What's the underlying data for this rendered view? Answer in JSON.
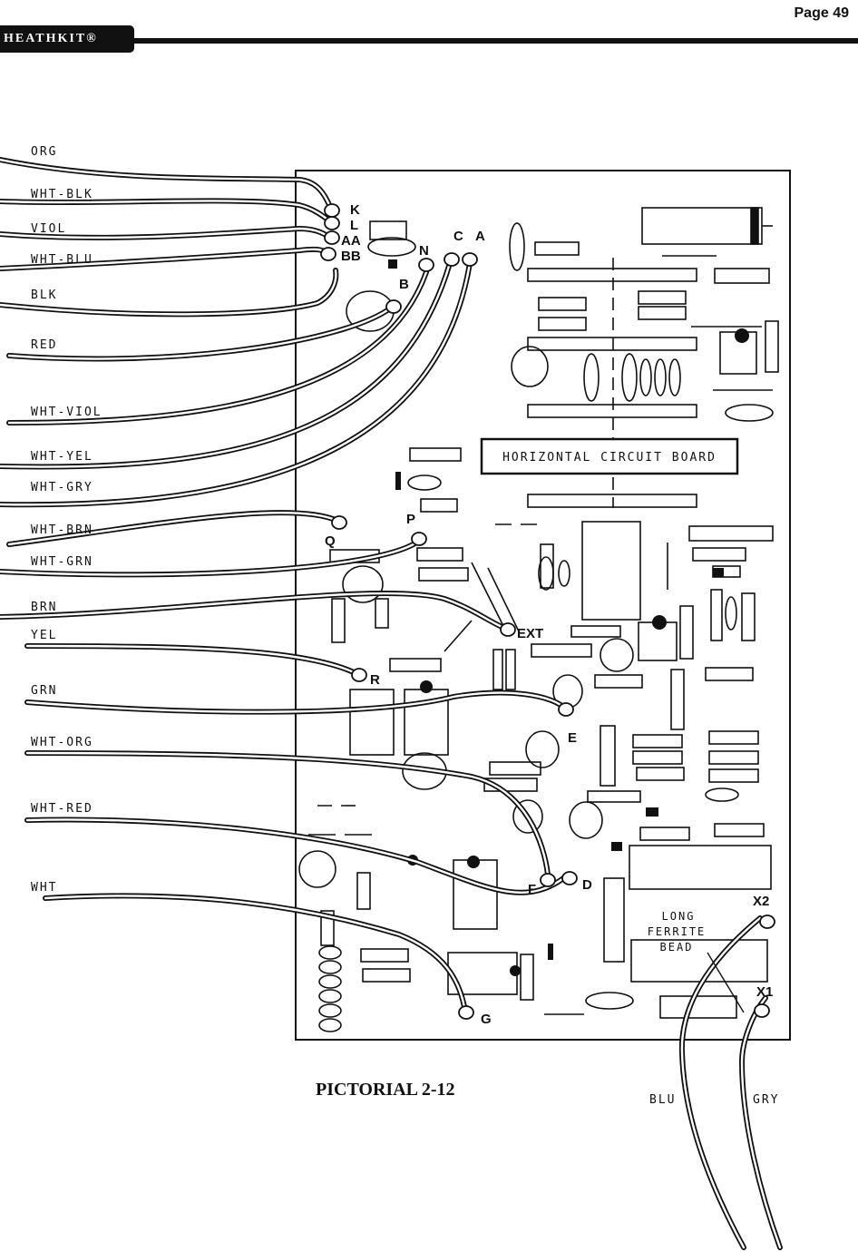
{
  "header": {
    "page_label": "Page",
    "page_number": "49",
    "brand": "HEATHKIT®"
  },
  "caption": "PICTORIAL 2-12",
  "board_label": "HORIZONTAL CIRCUIT BOARD",
  "bead_label": [
    "LONG",
    "FERRITE",
    "BEAD"
  ],
  "wires": [
    {
      "color": "ORG"
    },
    {
      "color": "WHT-BLK"
    },
    {
      "color": "VIOL"
    },
    {
      "color": "WHT-BLU"
    },
    {
      "color": "BLK"
    },
    {
      "color": "RED"
    },
    {
      "color": "WHT-VIOL"
    },
    {
      "color": "WHT-YEL"
    },
    {
      "color": "WHT-GRY"
    },
    {
      "color": "WHT-BRN"
    },
    {
      "color": "WHT-GRN"
    },
    {
      "color": "BRN"
    },
    {
      "color": "YEL"
    },
    {
      "color": "GRN"
    },
    {
      "color": "WHT-ORG"
    },
    {
      "color": "WHT-RED"
    },
    {
      "color": "WHT"
    }
  ],
  "points": [
    "K",
    "L",
    "AA",
    "BB",
    "N",
    "C",
    "A",
    "B",
    "Q",
    "P",
    "EXT",
    "R",
    "E",
    "F",
    "D",
    "G",
    "X2",
    "X1"
  ],
  "bottom_wires": [
    "BLU",
    "GRY"
  ]
}
